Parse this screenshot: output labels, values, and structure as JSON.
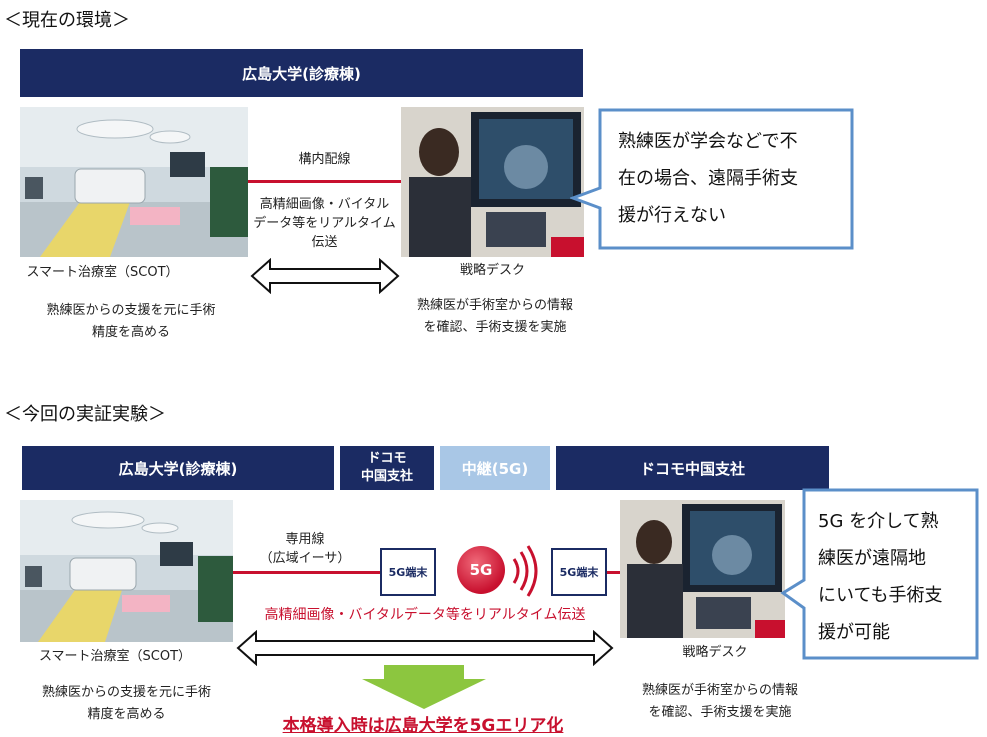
{
  "current": {
    "section_title": "＜現在の環境＞",
    "header": "広島大学(診療棟)",
    "line_label": "構内配線",
    "transmission": [
      "高精細画像・バイタル",
      "データ等をリアルタイム",
      "伝送"
    ],
    "left_caption": "スマート治療室（SCOT）",
    "left_desc": [
      "熟練医からの支援を元に手術",
      "精度を高める"
    ],
    "right_caption": "戦略デスク",
    "right_desc": [
      "熟練医が手術室からの情報",
      "を確認、手術支援を実施"
    ],
    "callout": [
      "熟練医が学会などで不",
      "在の場合、遠隔手術支",
      "援が行えない"
    ]
  },
  "trial": {
    "section_title": "＜今回の実証実験＞",
    "header_left": "広島大学(診療棟)",
    "header_docomo": [
      "ドコモ",
      "中国支社"
    ],
    "header_relay": "中継(5G)",
    "header_right": "ドコモ中国支社",
    "line_label": [
      "専用線",
      "（広域イーサ）"
    ],
    "terminal_left": "5G端末",
    "terminal_right": "5G端末",
    "badge": "5G",
    "transmission": "高精細画像・バイタルデータ等をリアルタイム伝送",
    "left_caption": "スマート治療室（SCOT）",
    "left_desc": [
      "熟練医からの支援を元に手術",
      "精度を高める"
    ],
    "right_caption": "戦略デスク",
    "right_desc": [
      "熟練医が手術室からの情報",
      "を確認、手術支援を実施"
    ],
    "callout": [
      "5G を介して熟",
      "練医が遠隔地",
      "にいても手術支",
      "援が可能"
    ],
    "conclusion": "本格導入時は広島大学を5Gエリア化"
  },
  "colors": {
    "navy": "#1b2b63",
    "red": "#c8102e",
    "light_blue": "#a9c7e6",
    "callout_border": "#5b8fc9",
    "green": "#8cc63f"
  }
}
